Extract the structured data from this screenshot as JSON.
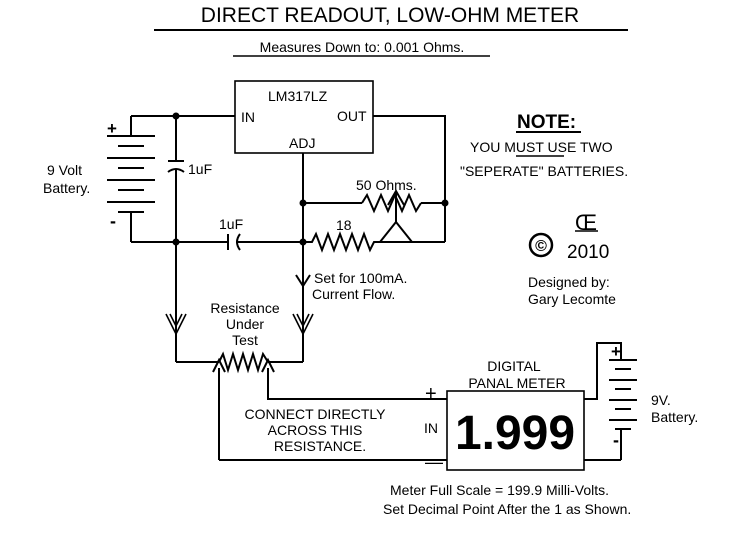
{
  "title": "DIRECT READOUT,   LOW-OHM METER",
  "subtitle": "Measures  Down to: 0.001 Ohms.",
  "regulator": {
    "name": "LM317LZ",
    "in": "IN",
    "out": "OUT",
    "adj": "ADJ"
  },
  "battery1": {
    "line1": "9 Volt",
    "line2": "Battery.",
    "plus": "+",
    "minus": "-"
  },
  "cap1": "1uF",
  "cap2": "1uF",
  "pot": "50 Ohms.",
  "resistor": "18",
  "setfor": {
    "line1": "Set for 100mA.",
    "line2": "Current Flow."
  },
  "rut": {
    "line1": "Resistance",
    "line2": "Under",
    "line3": "Test"
  },
  "connect": {
    "line1": "CONNECT DIRECTLY",
    "line2": "ACROSS THIS",
    "line3": "RESISTANCE."
  },
  "note": {
    "heading": "NOTE:",
    "line1a": "YOU ",
    "line1b": "MUST",
    "line1c": " USE TWO",
    "line2": "\"SEPERATE\" BATTERIES."
  },
  "copyright": {
    "mark": "Œ",
    "c": "©",
    "year": "2010"
  },
  "designer": {
    "line1": "Designed by:",
    "line2": "Gary Lecomte"
  },
  "meter": {
    "line1": "DIGITAL",
    "line2": "PANAL METER",
    "readout": "1.999",
    "in": "IN",
    "plus": "+",
    "minus": "—"
  },
  "battery2": {
    "line1": "9V.",
    "line2": "Battery.",
    "plus": "+",
    "minus": "-"
  },
  "footer": {
    "line1": "Meter Full Scale = 199.9 Milli-Volts.",
    "line2": "Set Decimal Point After the 1  as Shown."
  }
}
